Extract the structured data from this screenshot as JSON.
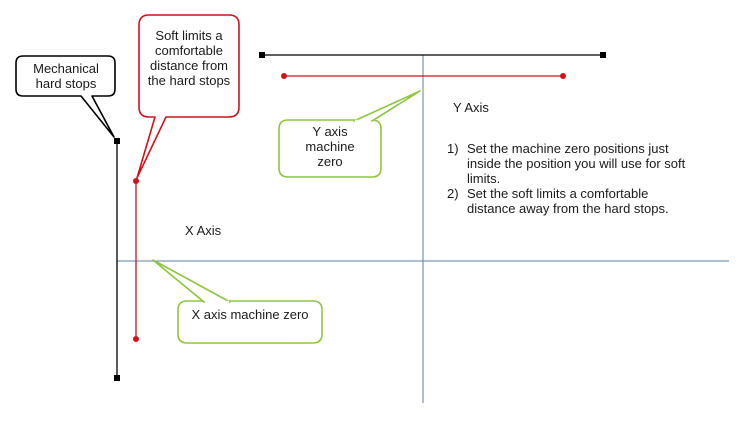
{
  "colors": {
    "black": "#000000",
    "red": "#d0121a",
    "green": "#8dc63f",
    "axis": "#5b7fa3"
  },
  "labels": {
    "x_axis": "X Axis",
    "y_axis": "Y Axis"
  },
  "callouts": {
    "mechanical": "Mechanical hard stops",
    "soft_limits": "Soft limits a comfortable distance from the hard stops",
    "y_zero": "Y axis machine zero",
    "x_zero": "X axis machine zero"
  },
  "steps": [
    {
      "num": "1)",
      "text": "Set the machine zero positions just inside the position you will use for soft limits."
    },
    {
      "num": "2)",
      "text": "Set the soft limits a comfortable distance away from the hard stops."
    }
  ]
}
